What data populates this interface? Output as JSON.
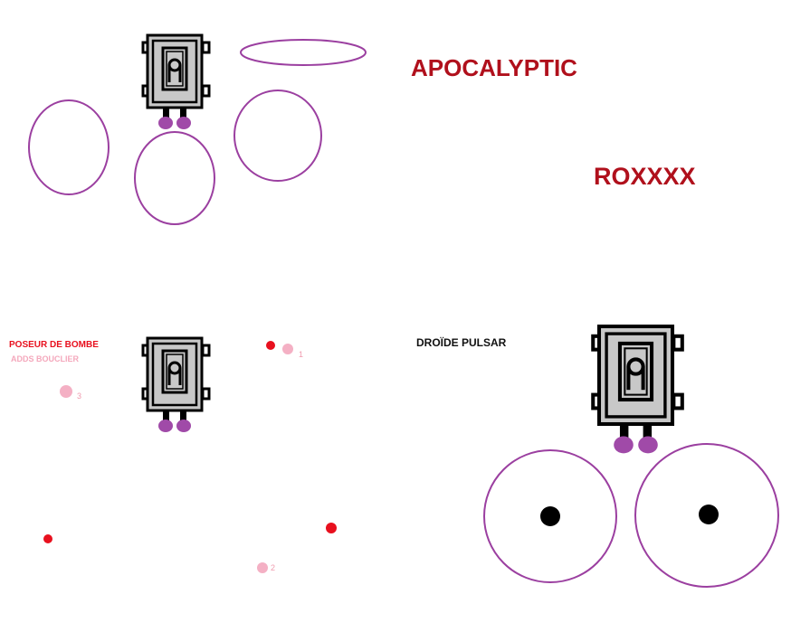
{
  "texts": {
    "apocalyptic": "APOCALYPTIC",
    "roxxxx": "ROXXXX",
    "poseur_de_bombe": "POSEUR DE BOMBE",
    "adds_bouclier": "ADDS BOUCLIER",
    "droide_pulsar": "DROÏDE PULSAR"
  },
  "markers": {
    "one": "1",
    "two": "2",
    "three": "3"
  },
  "colors": {
    "title_red": "#b0101c",
    "circle_purple": "#9b3fa0",
    "foot_purple": "#a04aa8",
    "bomb_red": "#e8101e",
    "add_pink": "#f4b0c4",
    "robot_gray": "#c8c8c8",
    "outline_black": "#000000"
  },
  "icons": {
    "robot": "robot-icon",
    "bomb_marker": "red-dot-icon",
    "add_marker": "pink-dot-icon",
    "shield_circle": "purple-circle-icon",
    "pulsar_core": "black-dot-icon"
  }
}
